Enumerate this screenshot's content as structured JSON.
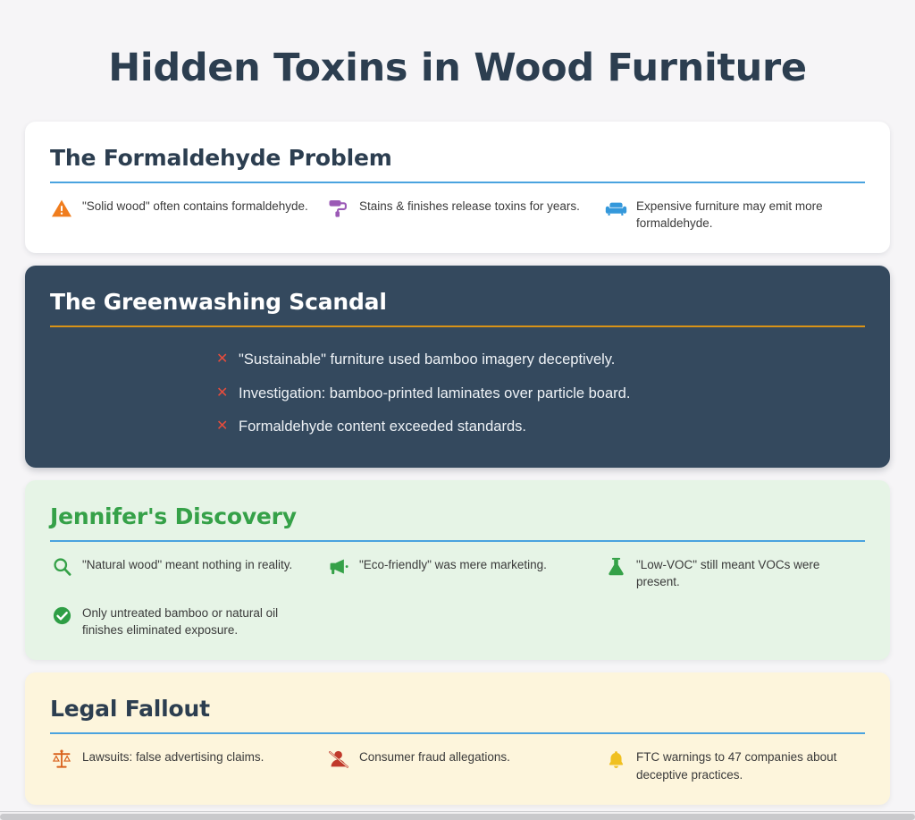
{
  "page": {
    "title": "Hidden Toxins in Wood Furniture",
    "background_color": "#f6f5f7",
    "title_color": "#2c3e50"
  },
  "sections": [
    {
      "id": "formaldehyde",
      "heading": "The Formaldehyde Problem",
      "card_color": "#ffffff",
      "heading_color": "#2c3e50",
      "rule_color": "#4aa3df",
      "items": [
        {
          "icon": "warning-triangle-icon",
          "icon_color": "#f07d1e",
          "text": "\"Solid wood\" often contains formaldehyde."
        },
        {
          "icon": "paint-roller-icon",
          "icon_color": "#9b59b6",
          "text": "Stains & finishes release toxins for years."
        },
        {
          "icon": "couch-icon",
          "icon_color": "#3498db",
          "text": "Expensive furniture may emit more formaldehyde."
        }
      ]
    },
    {
      "id": "greenwashing",
      "heading": "The Greenwashing Scandal",
      "card_color": "#34495e",
      "heading_color": "#ffffff",
      "rule_color": "#d99316",
      "bullet_marker": "✕",
      "bullet_marker_color": "#e74c3c",
      "bullets": [
        "\"Sustainable\" furniture used bamboo imagery deceptively.",
        "Investigation: bamboo-printed laminates over particle board.",
        "Formaldehyde content exceeded standards."
      ]
    },
    {
      "id": "discovery",
      "heading": "Jennifer's Discovery",
      "card_color": "#e6f4e6",
      "heading_color": "#35a148",
      "rule_color": "#4aa3df",
      "items": [
        {
          "icon": "magnifying-glass-icon",
          "icon_color": "#35a148",
          "text": "\"Natural wood\" meant nothing in reality."
        },
        {
          "icon": "megaphone-icon",
          "icon_color": "#35a148",
          "text": "\"Eco-friendly\" was mere marketing."
        },
        {
          "icon": "flask-icon",
          "icon_color": "#35a148",
          "text": "\"Low-VOC\" still meant VOCs were present."
        },
        {
          "icon": "check-circle-icon",
          "icon_color": "#2e9e45",
          "text": "Only untreated bamboo or natural oil finishes eliminated exposure."
        }
      ]
    },
    {
      "id": "legal",
      "heading": "Legal Fallout",
      "card_color": "#fdf5dc",
      "heading_color": "#2c3e50",
      "rule_color": "#4aa3df",
      "items": [
        {
          "icon": "scales-of-justice-icon",
          "icon_color": "#d9601a",
          "text": "Lawsuits: false advertising claims."
        },
        {
          "icon": "user-slash-icon",
          "icon_color": "#c0392b",
          "text": "Consumer fraud allegations."
        },
        {
          "icon": "bell-icon",
          "icon_color": "#f0c020",
          "text": "FTC warnings to 47 companies about deceptive practices."
        }
      ]
    }
  ]
}
